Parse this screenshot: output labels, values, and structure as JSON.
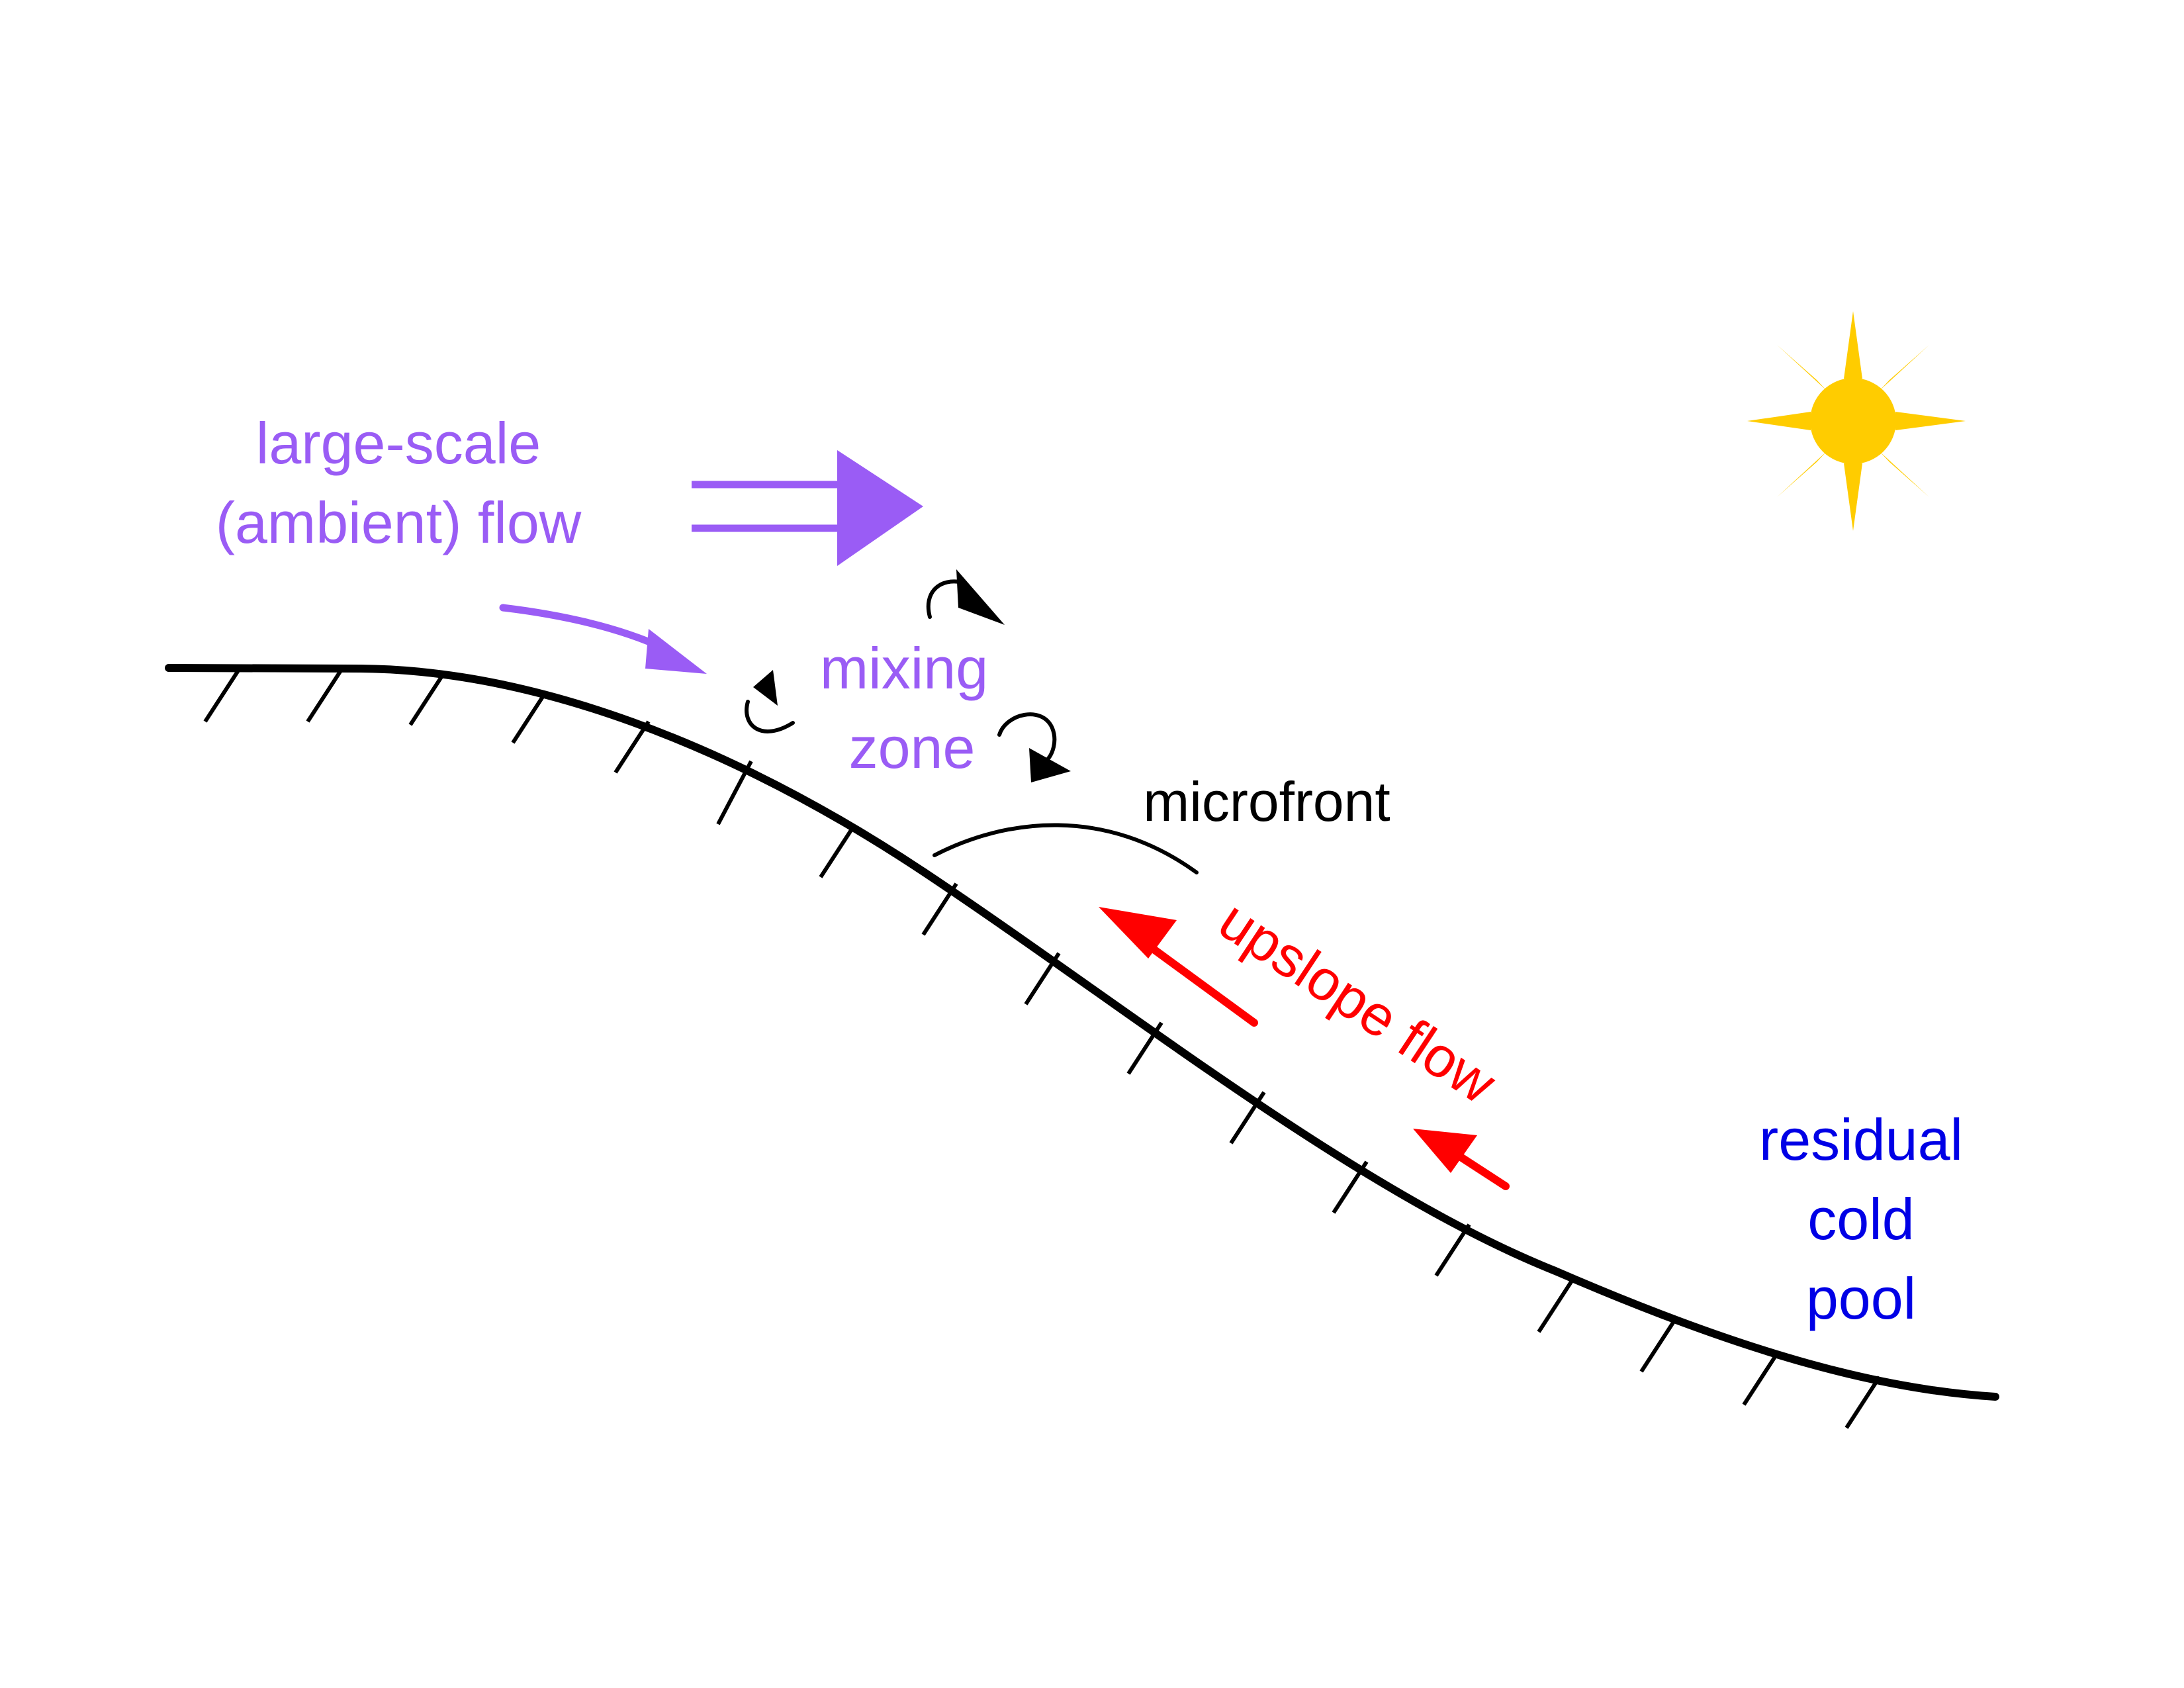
{
  "labels": {
    "ambient_line1": "large-scale",
    "ambient_line2": "(ambient) flow",
    "mixing_line1": "mixing",
    "mixing_line2": "zone",
    "microfront": "microfront",
    "upslope": "upslope flow",
    "cold_line1": "residual",
    "cold_line2": "cold",
    "cold_line3": "pool"
  },
  "colors": {
    "ambient": "#9a5cf5",
    "upslope": "#ff0000",
    "cold_pool": "#0000e6",
    "terrain": "#000000",
    "sun": "#ffcc00"
  },
  "icons": {
    "sun": "sun-icon",
    "eddy": "circular-arrow-icon"
  }
}
